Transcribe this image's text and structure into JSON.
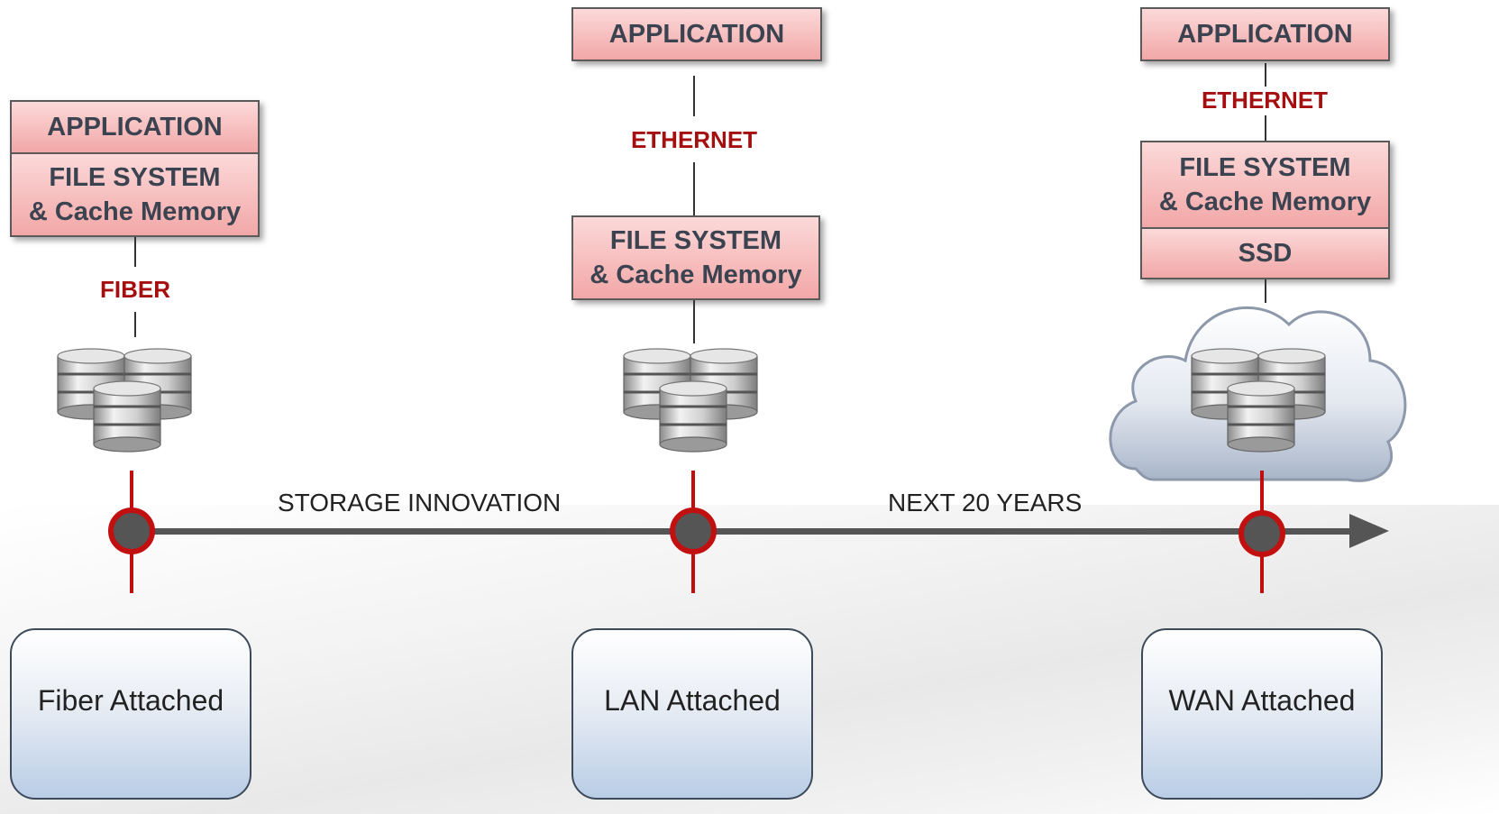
{
  "eras": [
    {
      "id": "fiber",
      "layers": [
        "APPLICATION",
        "FILE SYSTEM\n& Cache Memory"
      ],
      "connector_label": "FIBER",
      "box_label": "Fiber Attached"
    },
    {
      "id": "lan",
      "top_layer": "APPLICATION",
      "connector_label": "ETHERNET",
      "layers": [
        "FILE SYSTEM\n& Cache Memory"
      ],
      "box_label": "LAN Attached"
    },
    {
      "id": "wan",
      "top_layer": "APPLICATION",
      "connector_label": "ETHERNET",
      "layers": [
        "FILE SYSTEM\n& Cache Memory",
        "SSD"
      ],
      "box_label": "WAN Attached"
    }
  ],
  "timeline": {
    "label_left": "STORAGE INNOVATION",
    "label_right": "NEXT 20 YEARS"
  },
  "colors": {
    "layer_fill": "#f3a5a5",
    "connector_text": "#a50f0f",
    "node_ring": "#c20f0f",
    "axis": "#555555",
    "era_box_bottom": "#b9cde6"
  },
  "icons": {
    "storage": "disk-stack-icon",
    "cloud": "cloud-icon",
    "arrow": "arrow-right-icon"
  }
}
